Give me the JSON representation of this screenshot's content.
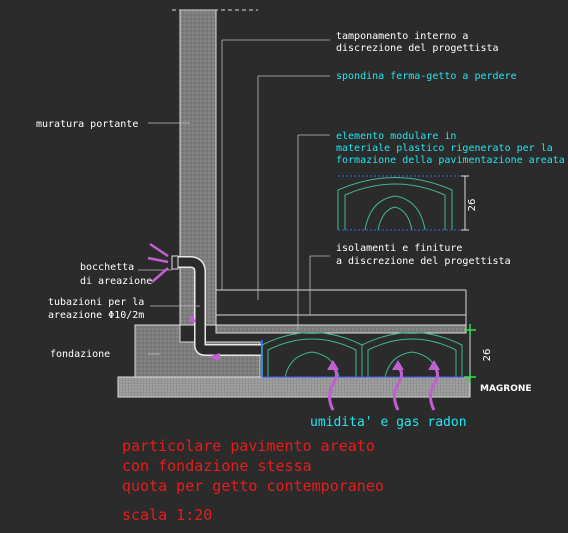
{
  "labels": {
    "tamponamento": [
      "tamponamento interno a",
      "discrezione del progettista"
    ],
    "spondina": "spondina ferma-getto a perdere",
    "elemento": [
      "elemento modulare in",
      "materiale plastico rigenerato per la",
      "formazione della pavimentazione areata"
    ],
    "muratura": "muratura portante",
    "bocchetta": [
      "bocchetta",
      "di areazione"
    ],
    "tubazioni": [
      "tubazioni per la",
      "areazione Φ10/2m"
    ],
    "fondazione": "fondazione",
    "isolamenti": [
      "isolamenti e finiture",
      "a discrezione del progettista"
    ],
    "magrone": "MAGRONE",
    "dim_module": "26",
    "dim_floor": "26",
    "umidita": "umidita' e gas radon"
  },
  "title": {
    "lines": [
      "particolare pavimento areato",
      "con fondazione stessa",
      "quota per getto contemporaneo"
    ],
    "scale": "scala 1:20"
  },
  "colors": {
    "background": "#2b2b2b",
    "white_text": "#ffffff",
    "cyan_text": "#22e6f0",
    "red_text": "#e81c1c",
    "module_green": "#3fb98a",
    "arrow_magenta": "#c060d0",
    "concrete": "#8a8a8a"
  },
  "icons": [
    "air-arrow-icon",
    "radon-arrow-icon",
    "flow-arrow-icon"
  ]
}
